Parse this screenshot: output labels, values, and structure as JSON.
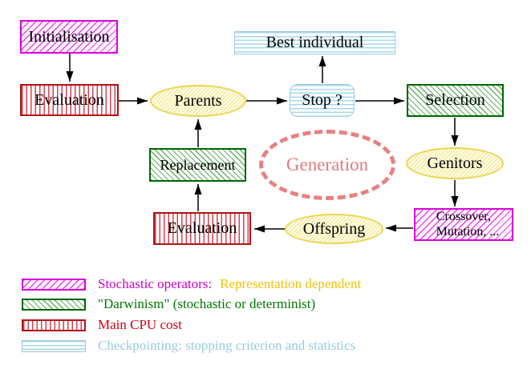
{
  "diagram": {
    "nodes": {
      "initialisation": {
        "label": "Initialisation"
      },
      "evaluation_top": {
        "label": "Evaluation"
      },
      "parents": {
        "label": "Parents"
      },
      "best_individual": {
        "label": "Best individual"
      },
      "stop": {
        "label": "Stop ?"
      },
      "selection": {
        "label": "Selection"
      },
      "genitors": {
        "label": "Genitors"
      },
      "crossover_mutation": {
        "line1": "Crossover,",
        "line2": "Mutation, ..."
      },
      "offspring": {
        "label": "Offspring"
      },
      "evaluation_bottom": {
        "label": "Evaluation"
      },
      "replacement": {
        "label": "Replacement"
      },
      "generation": {
        "label": "Generation"
      }
    },
    "legend": {
      "stochastic": {
        "label": "Stochastic operators:",
        "suffix": "Representation dependent"
      },
      "darwinism": {
        "label": "\"Darwinism\" (stochastic or determinist)"
      },
      "cpu": {
        "label": "Main CPU cost"
      },
      "checkpointing": {
        "label": "Checkpointing: stopping criterion and statistics"
      }
    },
    "colors": {
      "magenta": "#DD00DD",
      "magenta_text": "#CC00CC",
      "yellow_text": "#F2C200",
      "green": "#007700",
      "red": "#CC0011",
      "cyan_text": "#9ACBE0",
      "yellow_node_border": "#E9D64F",
      "salmon_dashed": "#E88080",
      "arrow": "#000000"
    }
  }
}
